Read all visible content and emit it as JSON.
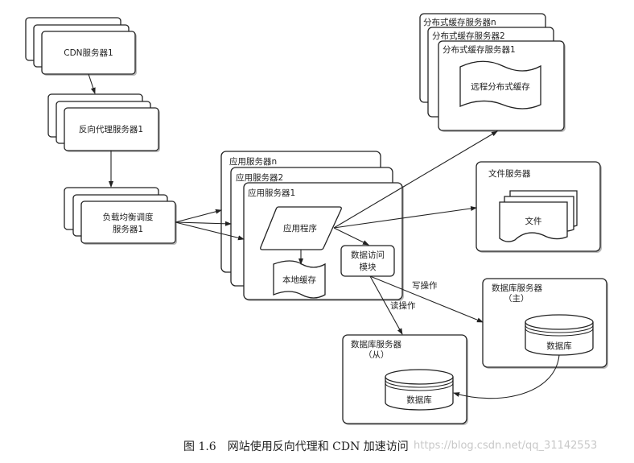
{
  "diagram": {
    "cdn": {
      "label": "CDN服务器1"
    },
    "reverse_proxy": {
      "label": "反向代理服务器1"
    },
    "load_balancer": {
      "line1": "负载均衡调度",
      "line2": "服务器1"
    },
    "app_servers": {
      "n": "应用服务器n",
      "s2": "应用服务器2",
      "s1": "应用服务器1",
      "app_program": "应用程序",
      "local_cache": "本地缓存",
      "data_access_line1": "数据访问",
      "data_access_line2": "模块"
    },
    "dist_cache_servers": {
      "n": "分布式缓存服务器n",
      "s2": "分布式缓存服务器2",
      "s1": "分布式缓存服务器1",
      "remote_cache": "远程分布式缓存"
    },
    "file_server": {
      "title": "文件服务器",
      "files": "文件"
    },
    "db_master": {
      "title": "数据库服务器",
      "subtitle": "（主）",
      "db": "数据库"
    },
    "db_slave": {
      "title": "数据库服务器",
      "subtitle": "（从）",
      "db": "数据库"
    },
    "edges": {
      "write": "写操作",
      "read": "读操作"
    }
  },
  "caption": {
    "figure_number": "图 1.6",
    "text": "网站使用反向代理和 CDN 加速访问"
  },
  "watermark": "https://blog.csdn.net/qq_31142553"
}
